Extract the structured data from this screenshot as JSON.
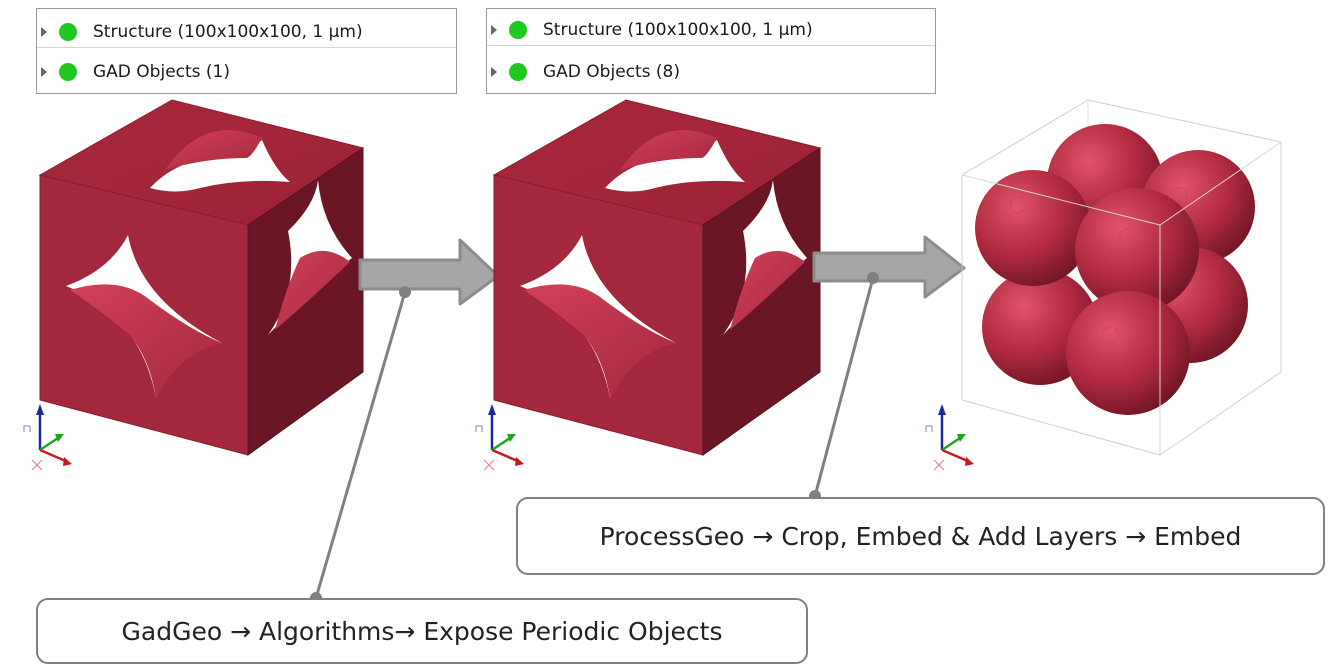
{
  "panels": [
    {
      "rows": [
        {
          "label": "Structure (100x100x100, 1 µm)",
          "status": "ok"
        },
        {
          "label": "GAD Objects (1)",
          "status": "ok"
        }
      ]
    },
    {
      "rows": [
        {
          "label": "Structure (100x100x100, 1 µm)",
          "status": "ok"
        },
        {
          "label": "GAD Objects (8)",
          "status": "ok"
        }
      ]
    }
  ],
  "callouts": {
    "embed": "ProcessGeo → Crop, Embed & Add Layers  → Embed",
    "expose": "GadGeo → Algorithms→ Expose Periodic Objects"
  },
  "colors": {
    "object": "#a3283d",
    "status_ok": "#1ec81e",
    "arrow": "#a6a6a6"
  }
}
